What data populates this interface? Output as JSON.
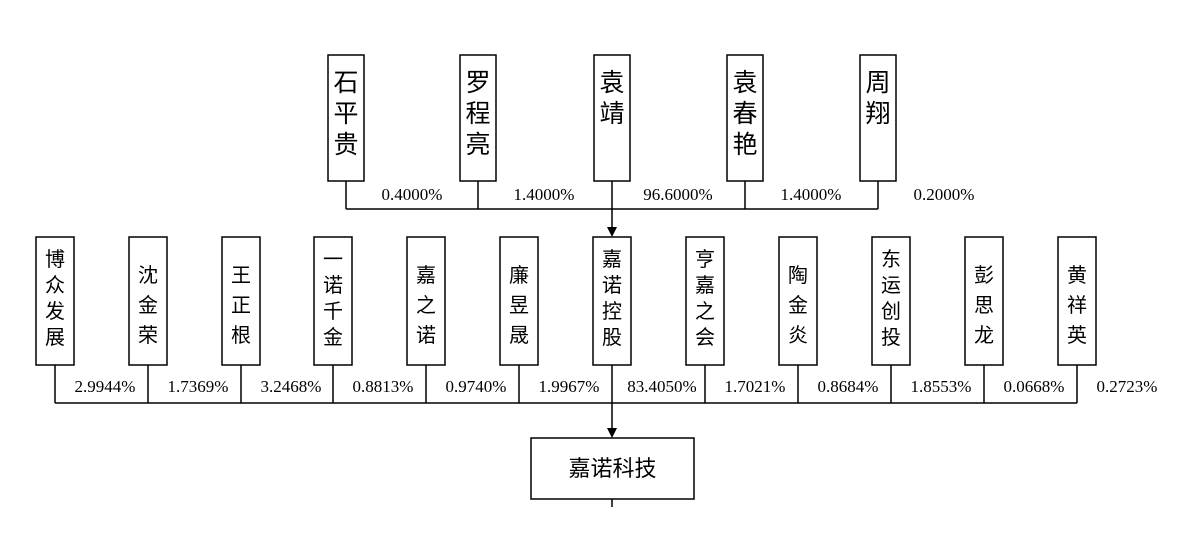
{
  "top_shareholders": [
    {
      "name": "石平贵",
      "percent": "0.4000%"
    },
    {
      "name": "罗程亮",
      "percent": "1.4000%"
    },
    {
      "name": "袁靖",
      "percent": "96.6000%"
    },
    {
      "name": "袁春艳",
      "percent": "1.4000%"
    },
    {
      "name": "周翔",
      "percent": "0.2000%"
    }
  ],
  "middle_shareholders": [
    {
      "name": "博众发展",
      "percent": "2.9944%"
    },
    {
      "name": "沈金荣",
      "percent": "1.7369%"
    },
    {
      "name": "王正根",
      "percent": "3.2468%"
    },
    {
      "name": "一诺千金",
      "percent": "0.8813%"
    },
    {
      "name": "嘉之诺",
      "percent": "0.9740%"
    },
    {
      "name": "廉昱晟",
      "percent": "1.9967%"
    },
    {
      "name": "嘉诺控股",
      "percent": "83.4050%"
    },
    {
      "name": "亨嘉之会",
      "percent": "1.7021%"
    },
    {
      "name": "陶金炎",
      "percent": "0.8684%"
    },
    {
      "name": "东运创投",
      "percent": "1.8553%"
    },
    {
      "name": "彭思龙",
      "percent": "0.0668%"
    },
    {
      "name": "黄祥英",
      "percent": "0.2723%"
    }
  ],
  "company": {
    "name": "嘉诺科技"
  }
}
